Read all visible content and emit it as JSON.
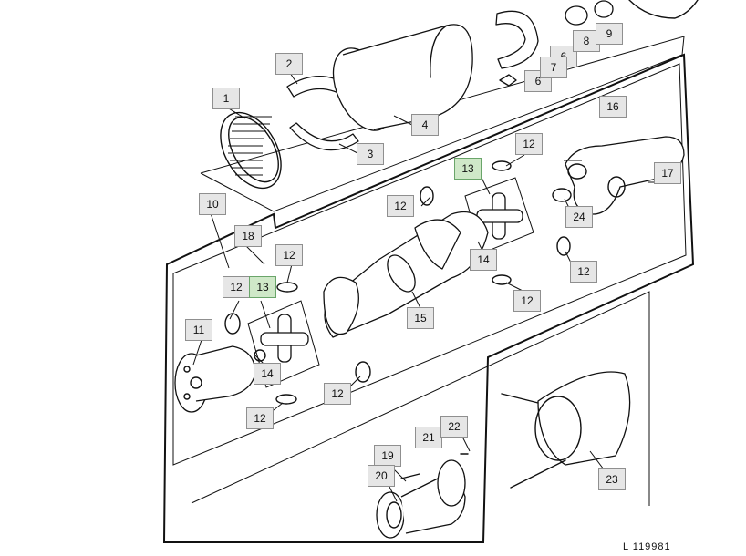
{
  "diagram": {
    "callouts": [
      "1",
      "2",
      "3",
      "4",
      "6",
      "6",
      "7",
      "8",
      "9",
      "10",
      "11",
      "12",
      "12",
      "12",
      "12",
      "12",
      "12",
      "12",
      "12",
      "13",
      "13",
      "14",
      "14",
      "15",
      "16",
      "17",
      "18",
      "19",
      "20",
      "21",
      "22",
      "23",
      "24"
    ],
    "highlighted": [
      "13"
    ],
    "figure_ref": "L 119981"
  },
  "colors": {
    "line": "#111111",
    "callout_bg": "#e6e6e6",
    "callout_highlight": "#cfe8c8"
  }
}
